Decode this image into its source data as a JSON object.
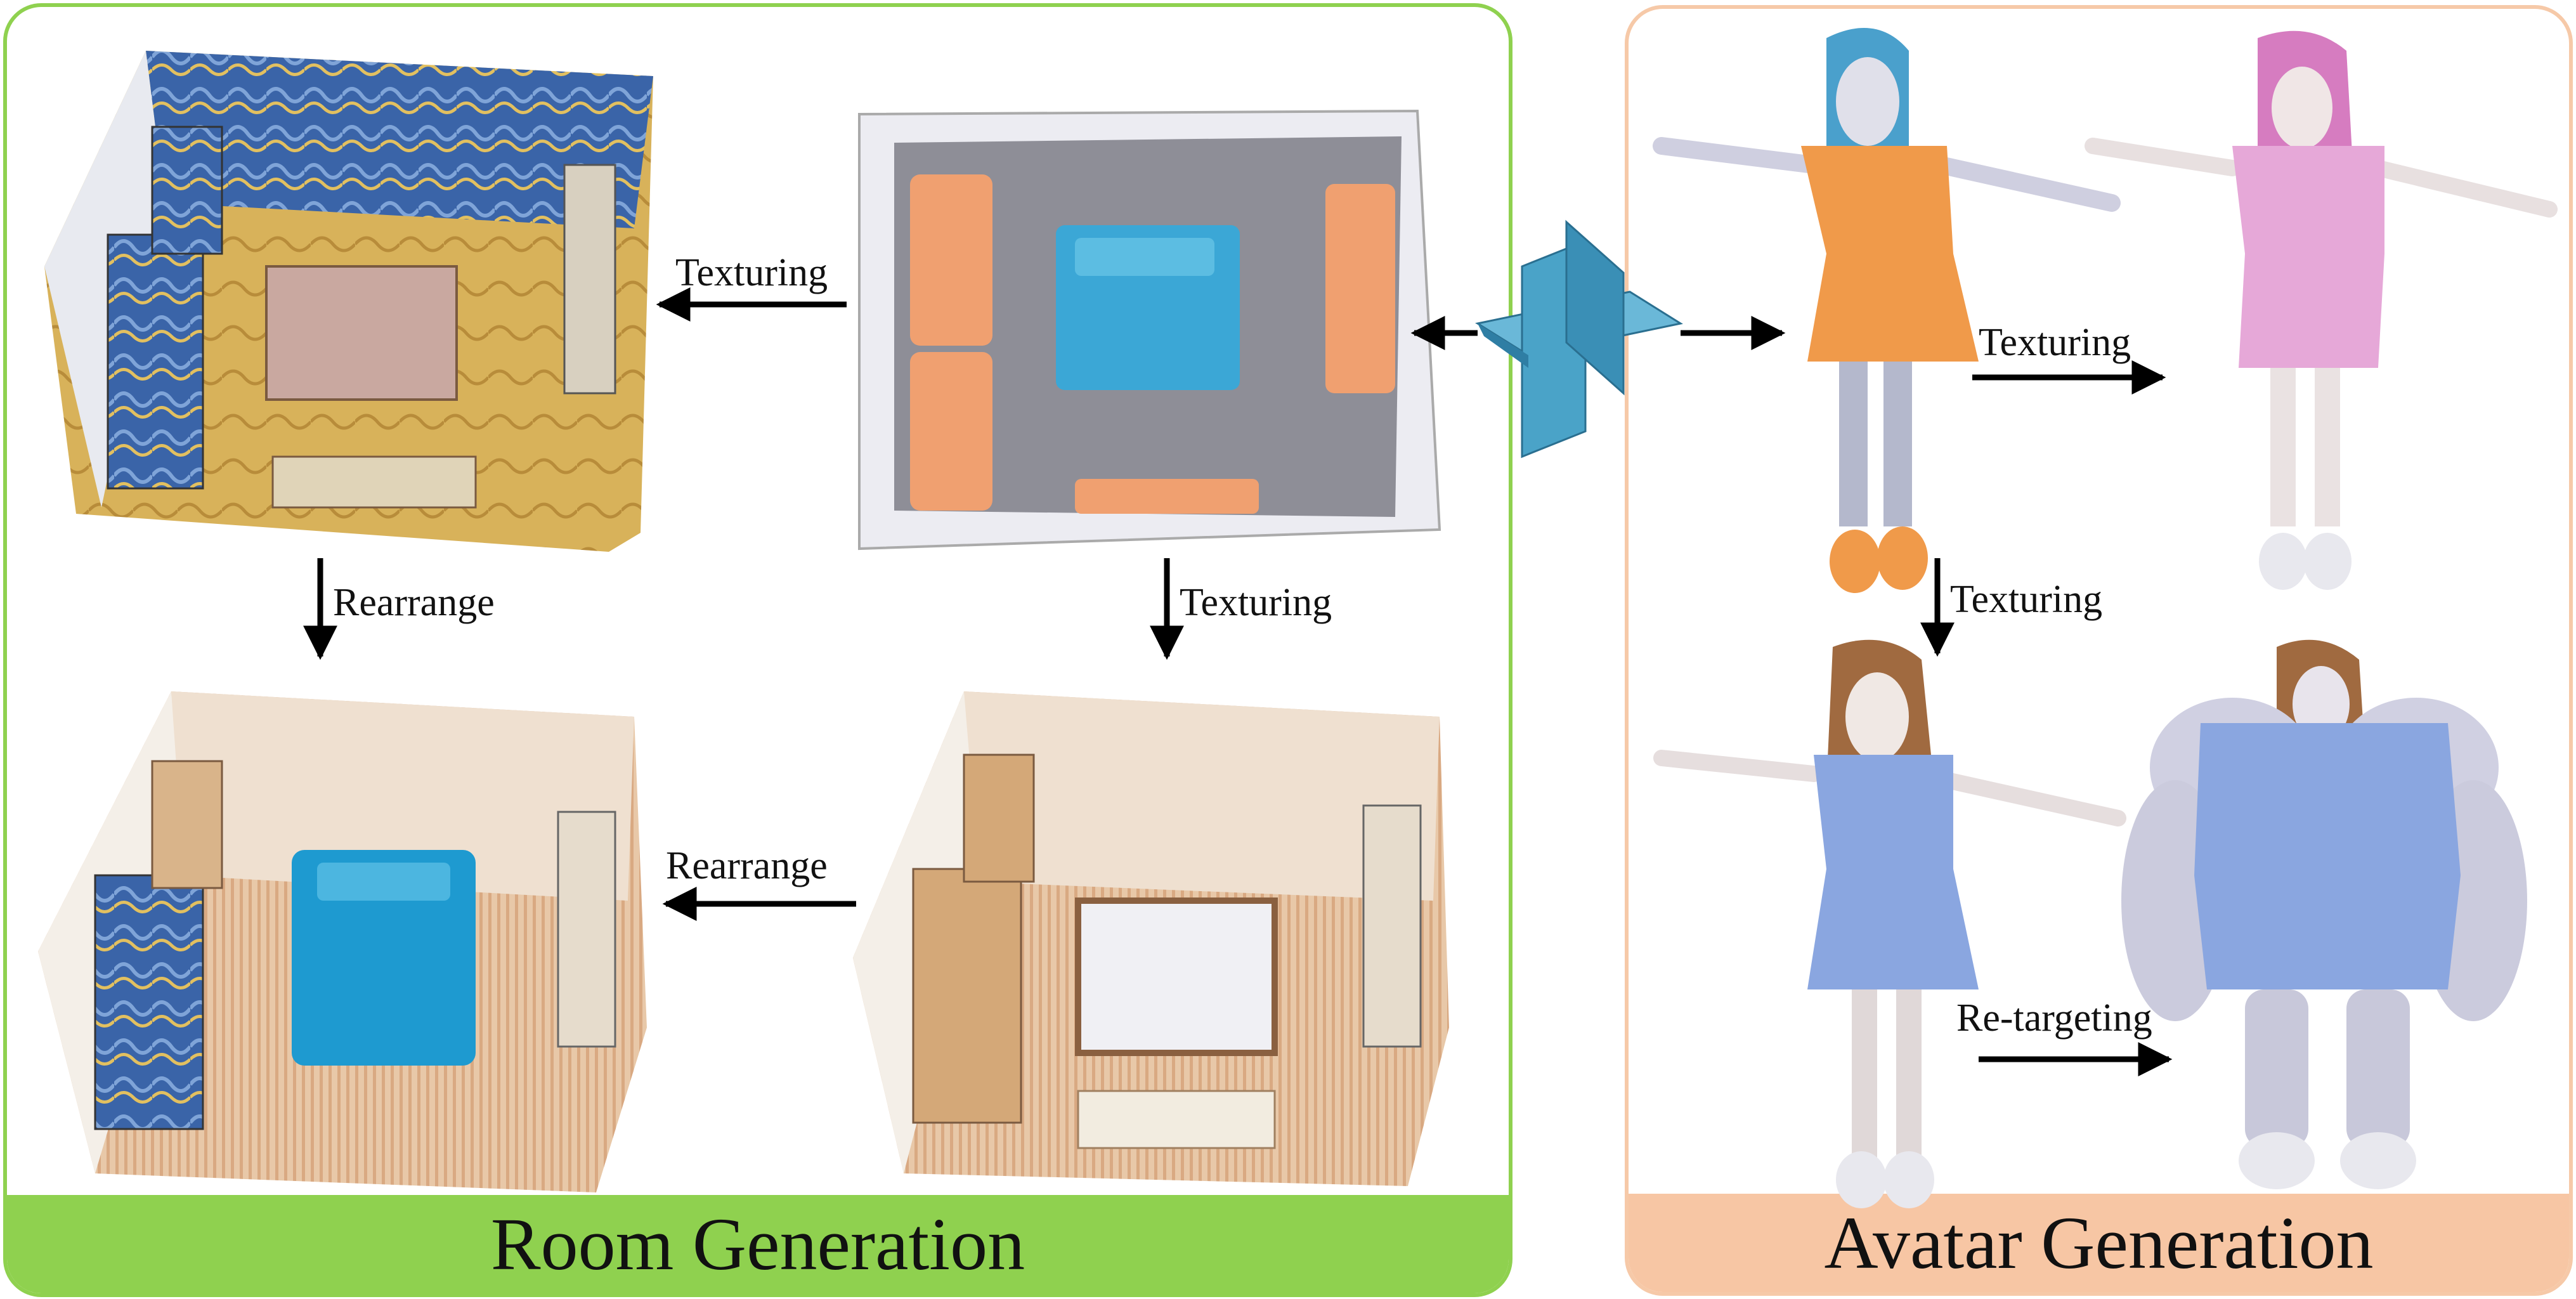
{
  "panels": {
    "room": {
      "title": "Room Generation",
      "border_color": "#8fd14f"
    },
    "avatar": {
      "title": "Avatar Generation",
      "border_color": "#f7c6a4"
    }
  },
  "arrows": {
    "room_texturing_top": "Texturing",
    "room_rearrange_left": "Rearrange",
    "room_texturing_right": "Texturing",
    "room_rearrange_bottom": "Rearrange",
    "avatar_texturing_top": "Texturing",
    "avatar_texturing_down": "Texturing",
    "avatar_retargeting": "Re-targeting"
  },
  "colors": {
    "furniture_orange": "#f0a070",
    "bed_blue": "#3ba7d6",
    "hub_blue": "#4aa3c8",
    "starry_blue": "#2f5fa8",
    "starry_yellow": "#e2c060",
    "wood": "#c99a6b",
    "avatar_orange": "#f09a4a",
    "avatar_pink": "#e6a8d8",
    "avatar_blue_dress": "#8aa6e0",
    "skin_gray": "#cfcfe0"
  }
}
